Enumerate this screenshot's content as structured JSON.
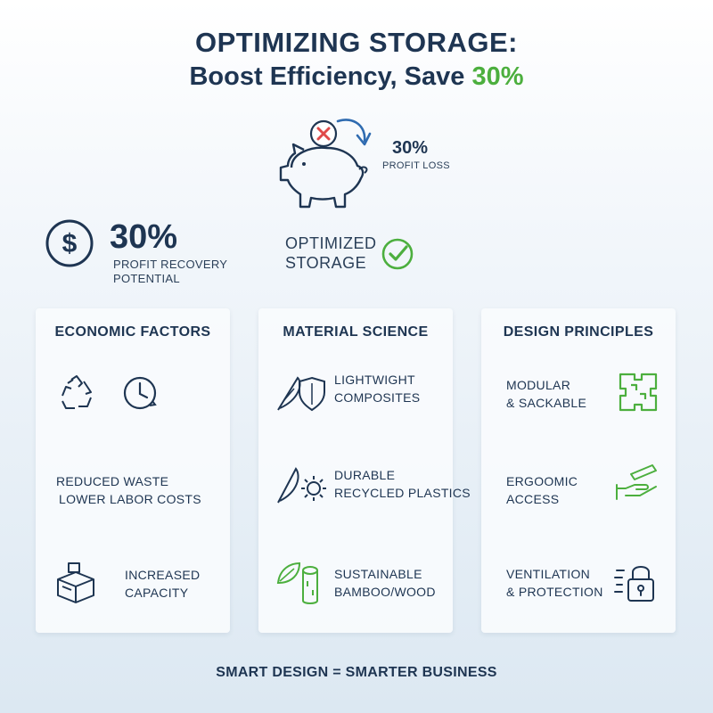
{
  "header": {
    "title_line1": "OPTIMIZING STORAGE:",
    "title_line2_prefix": "Boost Efficiency, Save ",
    "title_line2_accent": "30%"
  },
  "hero": {
    "loss_value": "30%",
    "loss_label": "PROFIT LOSS",
    "recovery_value": "30%",
    "recovery_label_line1": "PROFIT RECOVERY",
    "recovery_label_line2": "POTENTIAL",
    "optimized_line1": "OPTIMIZED",
    "optimized_line2": "STORAGE",
    "icons": [
      "piggy-bank-icon",
      "x-circle-icon",
      "curved-arrow-icon",
      "dollar-circle-icon",
      "check-circle-icon"
    ]
  },
  "cards": [
    {
      "title": "ECONOMIC FACTORS",
      "items": [
        {
          "line1": "REDUCED WASTE",
          "line2": "LOWER LABOR COSTS",
          "icons": [
            "recycle-icon",
            "clock-icon"
          ]
        },
        {
          "line1": "INCREASED",
          "line2": "CAPACITY",
          "icons": [
            "boxes-icon"
          ]
        }
      ]
    },
    {
      "title": "MATERIAL SCIENCE",
      "items": [
        {
          "line1": "LIGHTWIGHT",
          "line2": "COMPOSITES",
          "icons": [
            "feather-icon",
            "shield-icon"
          ]
        },
        {
          "line1": "DURABLE",
          "line2": "RECYCLED PLASTICS",
          "icons": [
            "feather-icon",
            "gear-icon"
          ]
        },
        {
          "line1": "SUSTAINABLE",
          "line2": "BAMBOO/WOOD",
          "icons": [
            "leaf-icon",
            "wood-log-icon"
          ]
        }
      ]
    },
    {
      "title": "DESIGN PRINCIPLES",
      "items": [
        {
          "line1": "MODULAR",
          "line2": "& SACKABLE",
          "icons": [
            "puzzle-icon"
          ]
        },
        {
          "line1": "ERGOOMIC",
          "line2": "ACCESS",
          "icons": [
            "hand-icon"
          ]
        },
        {
          "line1": "VENTILATION",
          "line2": "& PROTECTION",
          "icons": [
            "lock-icon"
          ]
        }
      ]
    }
  ],
  "footer": {
    "tagline": "SMART DESIGN = SMARTER BUSINESS"
  },
  "colors": {
    "navy": "#1e3552",
    "green": "#4caf3e",
    "red": "#e04a4a",
    "blue": "#2f6bb0"
  }
}
